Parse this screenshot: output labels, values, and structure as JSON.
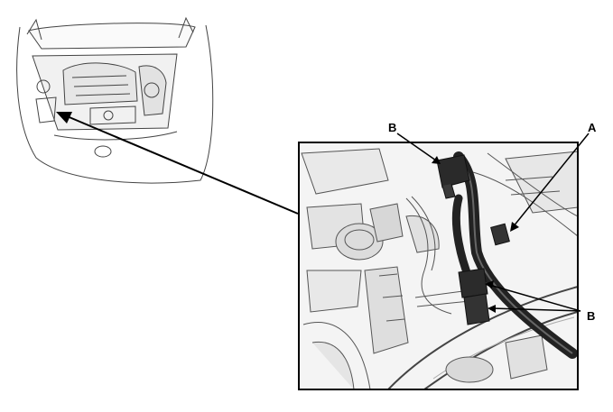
{
  "callouts": {
    "a_label": "A",
    "b_top_label": "B",
    "b_right_label": "B"
  }
}
